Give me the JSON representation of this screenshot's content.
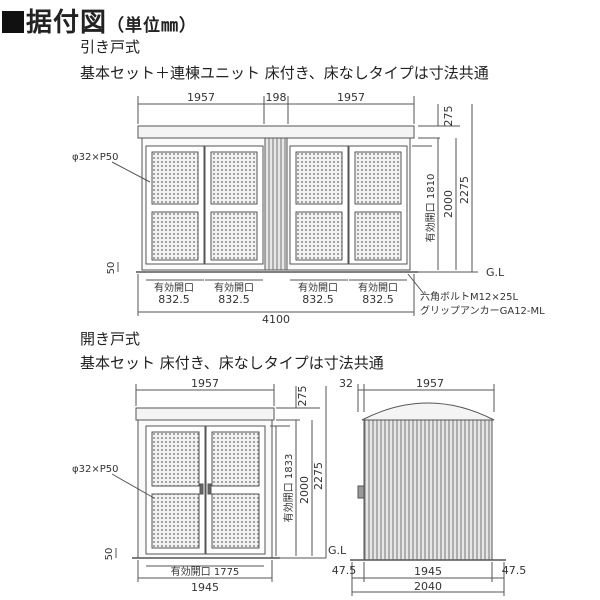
{
  "title": {
    "main": "据付図",
    "unit": "（単位㎜）"
  },
  "sliding": {
    "heading": "引き戸式",
    "subheading": "基本セット＋連棟ユニット 床付き、床なしタイプは寸法共通",
    "dims": {
      "unit_width_1": "1957",
      "gap_width": "198",
      "unit_width_2": "1957",
      "roof_height": "275",
      "opening_height": "有効開口 1810",
      "body_height": "2000",
      "total_height": "2275",
      "floor_offset": "50",
      "total_width": "4100",
      "opening_label": "有効開口",
      "opening_width": "832.5",
      "ground": "G.L"
    },
    "post_note": "φ32×P50",
    "bolt_note": "六角ボルトM12×25L",
    "anchor_note": "グリップアンカーGA12-ML"
  },
  "hinged": {
    "heading": "開き戸式",
    "subheading": "基本セット 床付き、床なしタイプは寸法共通",
    "front_dims": {
      "width": "1957",
      "roof_height": "275",
      "opening_height": "有効開口 1833",
      "body_height": "2000",
      "total_height": "2275",
      "floor_offset": "50",
      "opening_width": "有効開口 1775",
      "base_width": "1945",
      "ground": "G.L"
    },
    "post_note": "φ32×P50",
    "side_dims": {
      "overhang": "32",
      "width": "1957",
      "left_margin": "47.5",
      "base_width": "1945",
      "right_margin": "47.5",
      "total_depth": "2040"
    }
  }
}
